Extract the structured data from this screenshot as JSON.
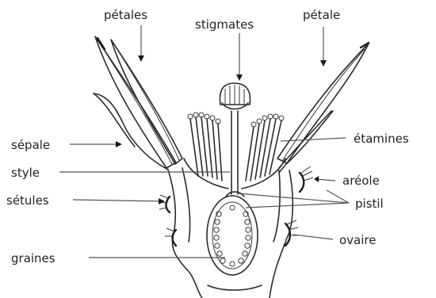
{
  "labels": {
    "petales": "pétales",
    "stigmates": "stigmates",
    "petale": "pétale",
    "sepale": "sépale",
    "etamines": "étamines",
    "style": "style",
    "areole": "aréole",
    "setules": "sétules",
    "pistil": "pistil",
    "ovaire": "ovaire",
    "graines": "graines"
  },
  "colors": {
    "ink": "#2b2b2b",
    "pointer": "#555555",
    "text": "#222222"
  }
}
